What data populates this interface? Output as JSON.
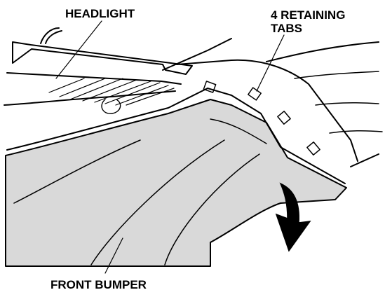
{
  "labels": {
    "headlight": "HEADLIGHT",
    "retaining_tabs_line1": "4 RETAINING",
    "retaining_tabs_line2": "TABS",
    "front_bumper": "FRONT BUMPER"
  },
  "colors": {
    "line": "#000000",
    "bumper_fill": "#d9d9d9",
    "background": "#ffffff"
  }
}
